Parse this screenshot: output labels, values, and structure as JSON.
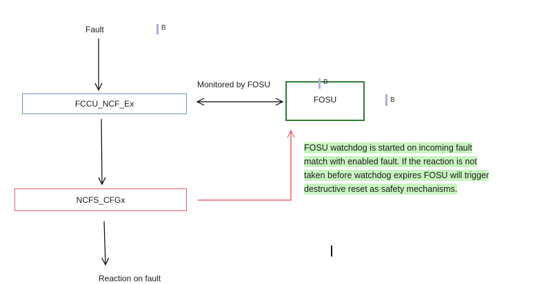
{
  "diagram": {
    "nodes": {
      "fault": {
        "label": "Fault"
      },
      "fccu": {
        "label": "FCCU_NCF_Ex",
        "border_color": "#6f93cf"
      },
      "ncfs": {
        "label": "NCFS_CFGx",
        "border_color": "#e8606c"
      },
      "fosu": {
        "label": "FOSU",
        "border_color": "#2e7d32"
      },
      "reaction": {
        "label": "Reaction on fault"
      }
    },
    "edges": {
      "fault_to_fccu": {
        "from": "Fault",
        "to": "FCCU_NCF_Ex",
        "color": "#000000"
      },
      "fccu_to_ncfs": {
        "from": "FCCU_NCF_Ex",
        "to": "NCFS_CFGx",
        "color": "#000000"
      },
      "ncfs_to_reaction": {
        "from": "NCFS_CFGx",
        "to": "Reaction on fault",
        "color": "#000000"
      },
      "fccu_fosu": {
        "from": "FCCU_NCF_Ex",
        "to": "FOSU",
        "bidirectional": true,
        "label": "Monitored by FOSU",
        "color": "#000000"
      },
      "ncfs_to_fosu": {
        "from": "NCFS_CFGx",
        "to": "FOSU",
        "color": "#e8606c"
      }
    },
    "note": {
      "text": "FOSU watchdog is started on incoming fault match with enabled fault. If the reaction is not taken before watchdog expires FOSU will trigger destructive reset as safety mechanisms.",
      "lines": [
        "FOSU watchdog is started on incoming fault",
        "match with enabled fault. If the reaction is not",
        "taken before watchdog expires FOSU will trigger",
        "destructive reset as safety mechanisms."
      ],
      "highlight_color": "#c8f5c0"
    },
    "markers": [
      {
        "text": "B"
      },
      {
        "text": "B"
      },
      {
        "text": "B"
      }
    ]
  }
}
